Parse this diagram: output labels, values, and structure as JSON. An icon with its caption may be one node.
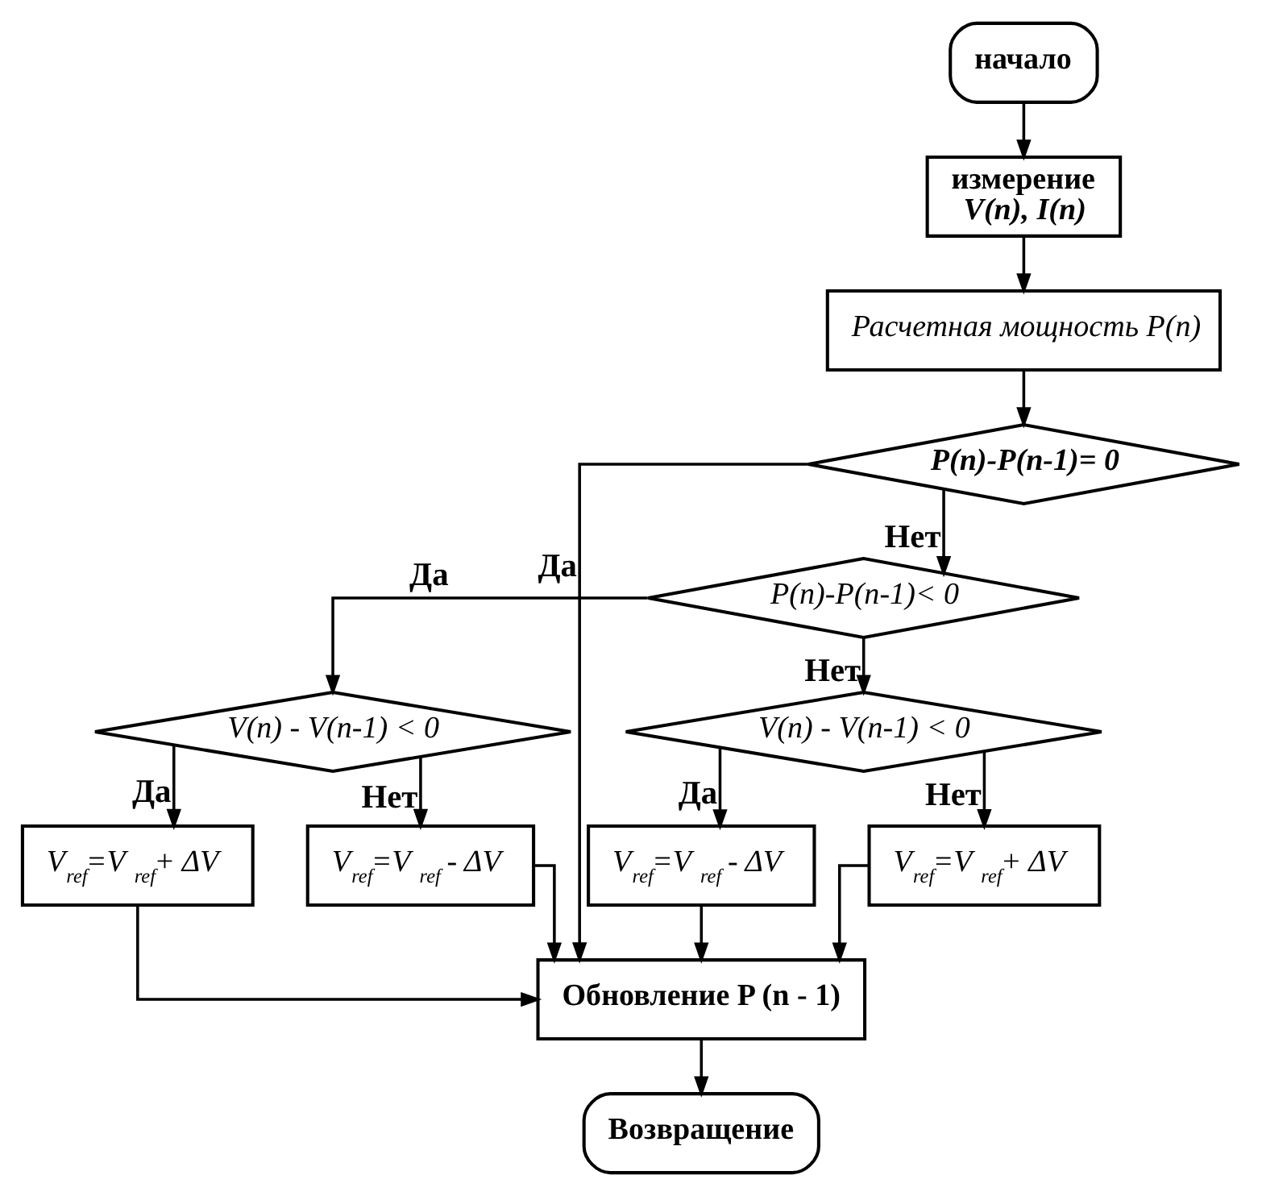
{
  "diagram": {
    "nodes": [
      {
        "text": [
          "начало"
        ]
      },
      {
        "text": [
          "измерение",
          "V(n), I(n)"
        ]
      },
      {
        "text": [
          "Расчетная мощность P(n)"
        ]
      },
      {
        "text": [
          "P(n)-P(n-1)= 0"
        ]
      },
      {
        "text": [
          "P(n)-P(n-1)< 0"
        ]
      },
      {
        "text": [
          "V(n) - V(n-1) < 0"
        ]
      },
      {
        "text": [
          "V(n) - V(n-1) < 0"
        ]
      },
      {
        "text": [
          "V$_{ref}$=V$_{ref}$+ ΔV"
        ]
      },
      {
        "text": [
          "V$_{ref}$=V$_{ref}$ - ΔV"
        ]
      },
      {
        "text": [
          "V$_{ref}$=V$_{ref}$ - ΔV"
        ]
      },
      {
        "text": [
          "V$_{ref}$=V$_{ref}$+ ΔV"
        ]
      },
      {
        "text": [
          "Обновление P (n - 1)"
        ]
      },
      {
        "text": [
          "Возвращение"
        ]
      }
    ],
    "edges": [
      {
        "from": 0,
        "to": 1,
        "arrow": "to"
      },
      {
        "from": 1,
        "to": 2,
        "arrow": "to"
      },
      {
        "from": 2,
        "to": 3,
        "arrow": "to"
      },
      {
        "from": 3,
        "to": 11,
        "arrow": "to",
        "label": "Да"
      },
      {
        "from": 3,
        "to": 4,
        "arrow": "to",
        "label": "Нет"
      },
      {
        "from": 4,
        "to": 5,
        "arrow": "to",
        "label": "Да"
      },
      {
        "from": 4,
        "to": 6,
        "arrow": "to",
        "label": "Нет"
      },
      {
        "from": 5,
        "to": 7,
        "arrow": "to",
        "label": "Да"
      },
      {
        "from": 5,
        "to": 8,
        "arrow": "to",
        "label": "Нет"
      },
      {
        "from": 6,
        "to": 9,
        "arrow": "to",
        "label": "Да"
      },
      {
        "from": 6,
        "to": 10,
        "arrow": "to",
        "label": "Нет"
      },
      {
        "from": 7,
        "to": 11,
        "arrow": "to"
      },
      {
        "from": 8,
        "to": 11,
        "arrow": "to"
      },
      {
        "from": 9,
        "to": 11,
        "arrow": "to"
      },
      {
        "from": 10,
        "to": 11,
        "arrow": "to"
      },
      {
        "from": 11,
        "to": 12,
        "arrow": "to"
      }
    ]
  }
}
